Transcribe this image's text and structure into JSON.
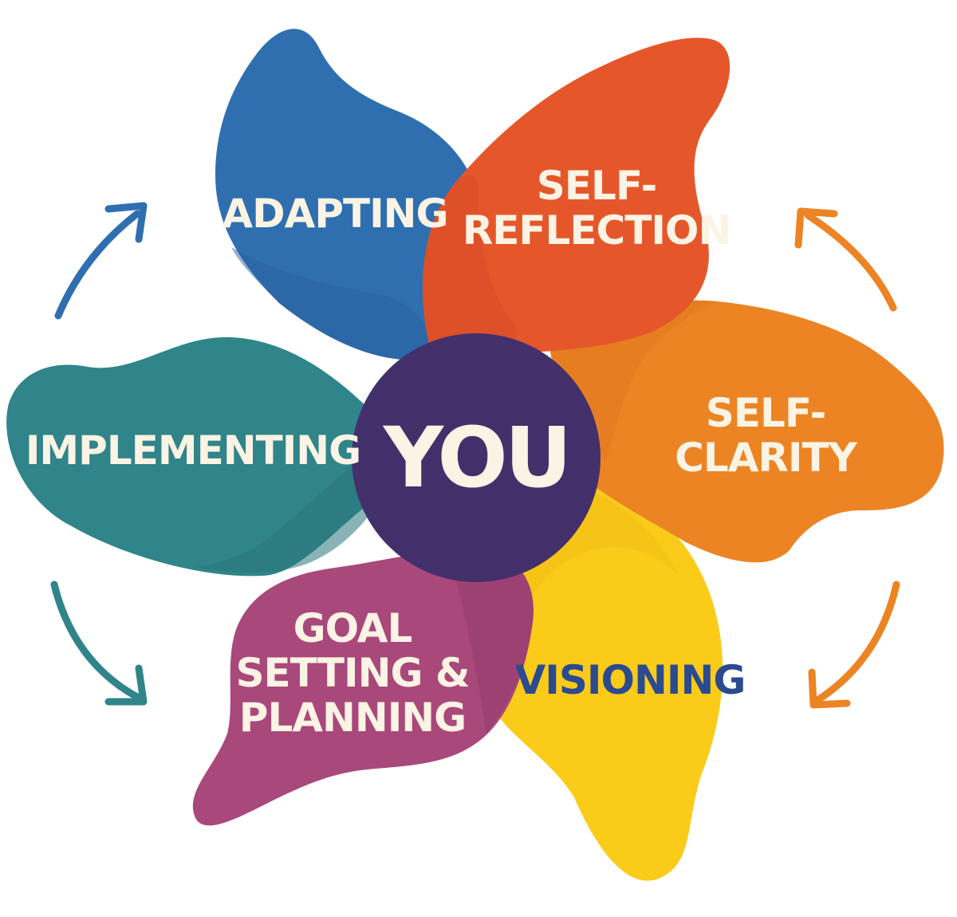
{
  "center": {
    "label": "YOU",
    "color": "#43306B",
    "text_color": "#FBF3E4"
  },
  "petals": [
    {
      "id": "adapting",
      "lines": [
        "ADAPTING"
      ],
      "color": "#2F6FB0",
      "shade": "#2A62A0",
      "text_color": "#FBF3E4"
    },
    {
      "id": "self-reflection",
      "lines": [
        "SELF-",
        "REFLECTION"
      ],
      "color": "#E5572B",
      "shade": "#D84B26",
      "text_color": "#FBF3E4"
    },
    {
      "id": "self-clarity",
      "lines": [
        "SELF-",
        "CLARITY"
      ],
      "color": "#EC8424",
      "shade": "#E27A1F",
      "text_color": "#FBF3E4"
    },
    {
      "id": "visioning",
      "lines": [
        "VISIONING"
      ],
      "color": "#FBCB1A",
      "shade": "#F2BD12",
      "text_color": "#2B4A8F"
    },
    {
      "id": "goal-setting-planning",
      "lines": [
        "GOAL",
        "SETTING &",
        "PLANNING"
      ],
      "color": "#A9487A",
      "shade": "#963E6C",
      "text_color": "#FBF3E4"
    },
    {
      "id": "implementing",
      "lines": [
        "IMPLEMENTING"
      ],
      "color": "#2F8589",
      "shade": "#29757A",
      "text_color": "#FBF3E4"
    }
  ],
  "arrows": [
    {
      "id": "top-left",
      "color": "#2F6FB0"
    },
    {
      "id": "top-right",
      "color": "#EC8424"
    },
    {
      "id": "bottom-left",
      "color": "#2F8589"
    },
    {
      "id": "bottom-right",
      "color": "#EC8424"
    }
  ]
}
